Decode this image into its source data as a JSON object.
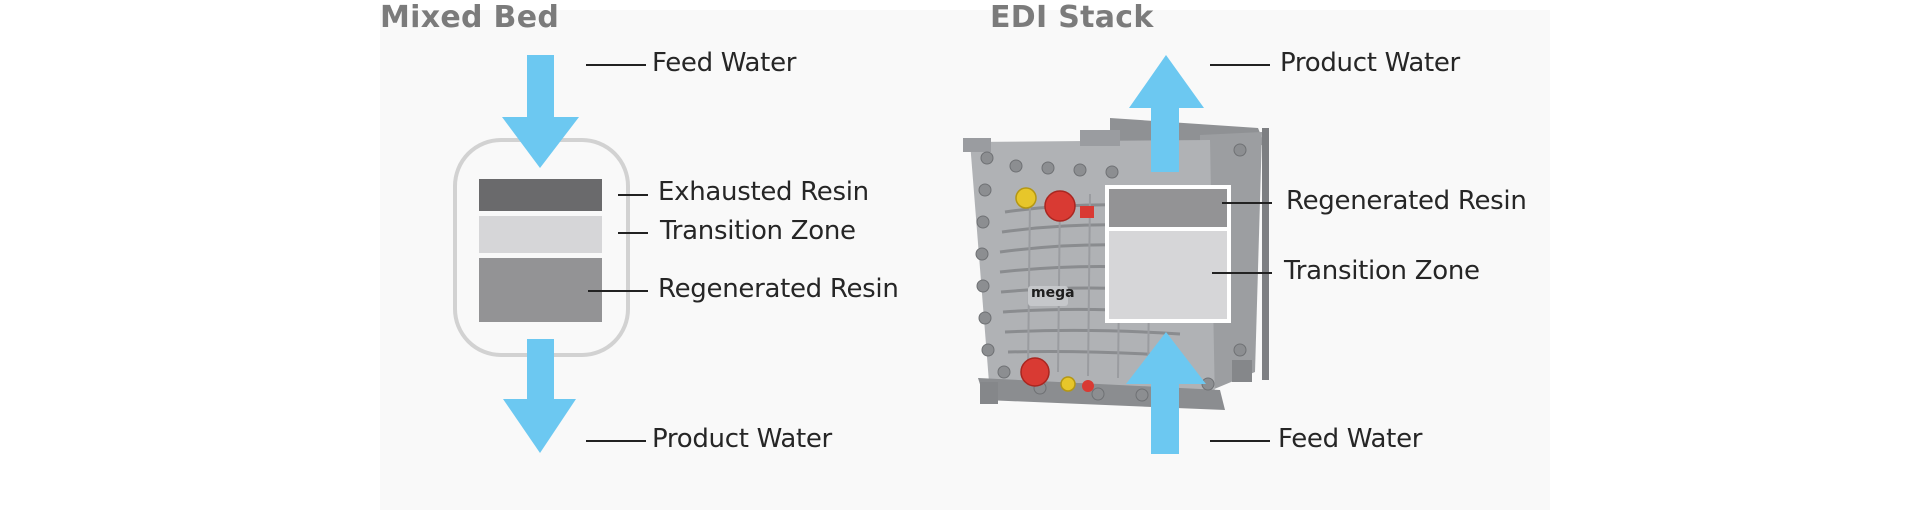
{
  "mixed_bed": {
    "title": "Mixed Bed",
    "labels": {
      "feed_water": "Feed Water",
      "exhausted_resin": "Exhausted Resin",
      "transition_zone": "Transition Zone",
      "regenerated_resin": "Regenerated Resin",
      "product_water": "Product Water"
    }
  },
  "edi_stack": {
    "title": "EDI Stack",
    "labels": {
      "product_water": "Product Water",
      "regenerated_resin": "Regenerated Resin",
      "transition_zone": "Transition Zone",
      "feed_water": "Feed Water"
    },
    "stack_brand": "mega"
  },
  "colors": {
    "arrow": "#6cc8f1",
    "exhausted_resin": "#6a6a6c",
    "transition_zone": "#d6d6d8",
    "regenerated_resin": "#939395",
    "vessel_outline": "#d2d2d2",
    "stack_body": "#a9abae",
    "title_gray": "#7b7b7b"
  }
}
